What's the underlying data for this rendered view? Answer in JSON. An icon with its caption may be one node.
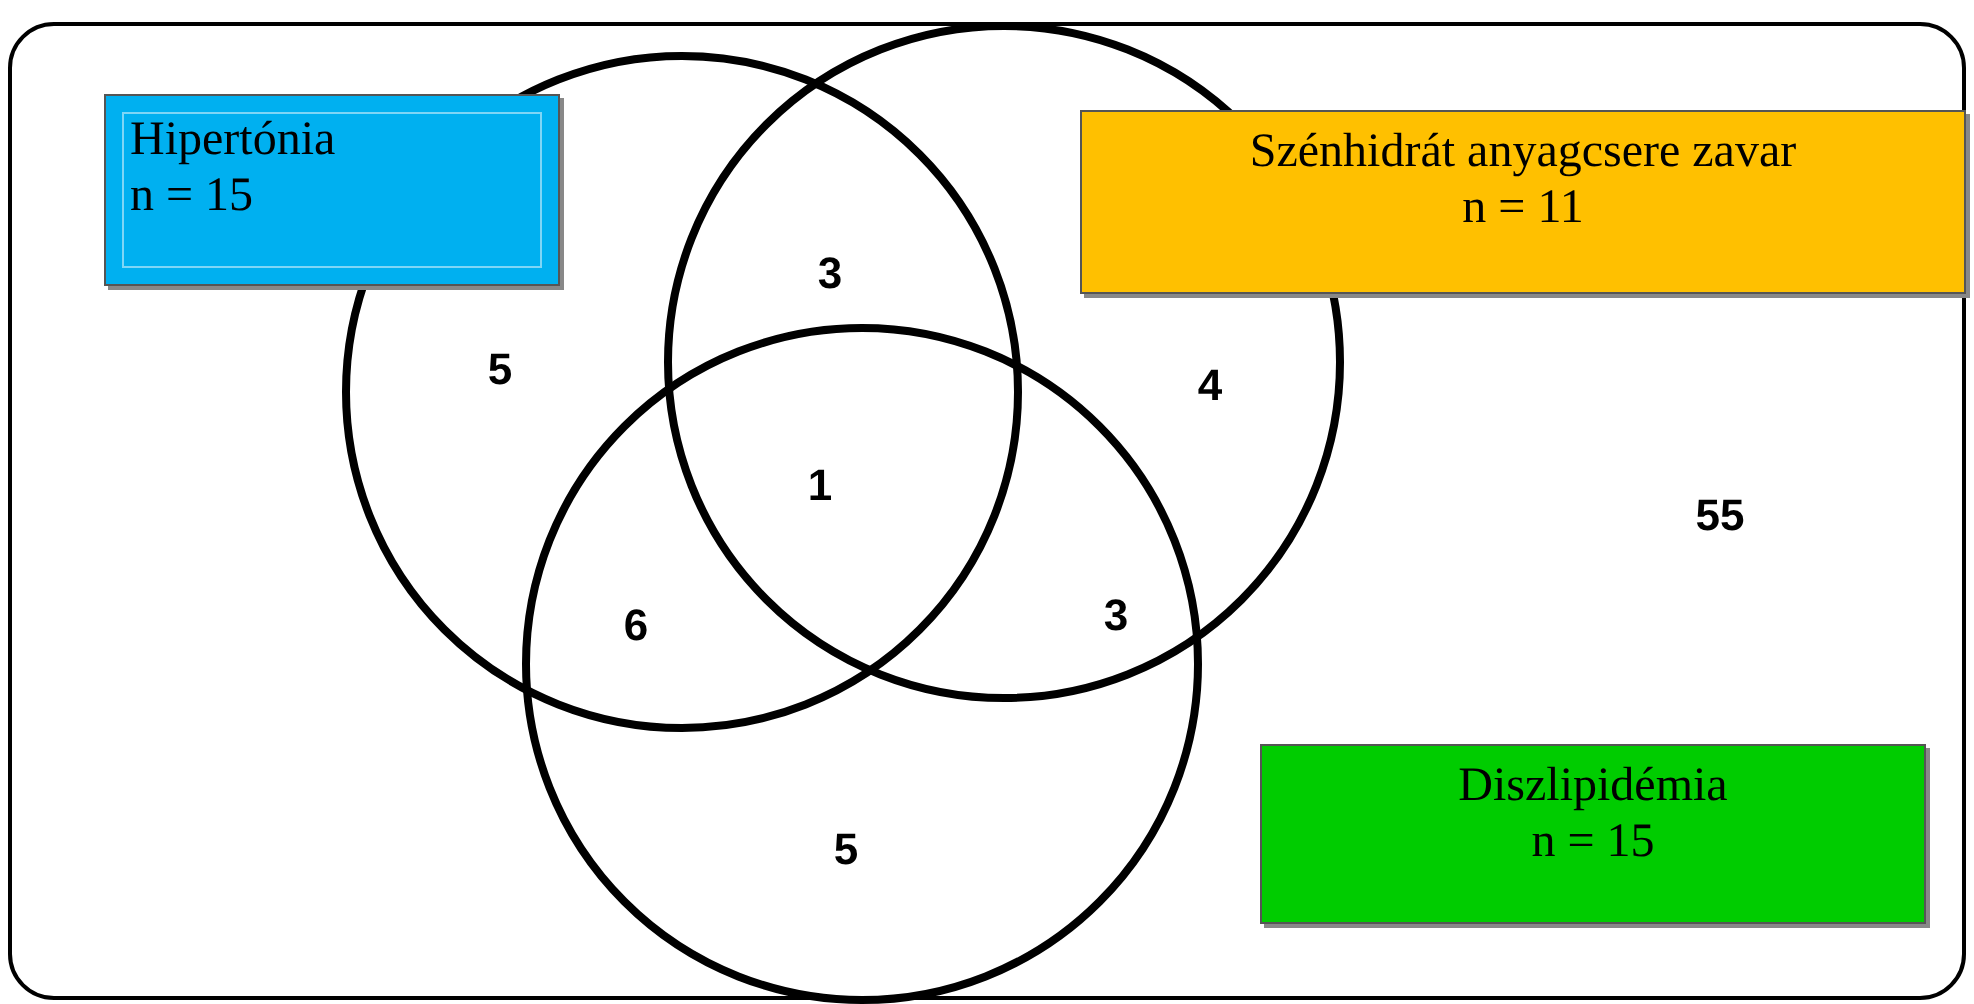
{
  "diagram": {
    "nodes": [
      {
        "text": [
          "Hipertónia",
          "n = 15"
        ]
      },
      {
        "text": [
          "Szénhidrát anyagcsere zavar",
          "n = 11"
        ]
      },
      {
        "text": [
          "Diszlipidémia",
          "n = 15"
        ]
      },
      {
        "text": [],
        "shape": "circle"
      },
      {
        "text": [],
        "shape": "circle"
      },
      {
        "text": [],
        "shape": "circle"
      }
    ],
    "labels": [
      "3",
      "5",
      "4",
      "1",
      "55",
      "6",
      "3",
      "5"
    ]
  }
}
